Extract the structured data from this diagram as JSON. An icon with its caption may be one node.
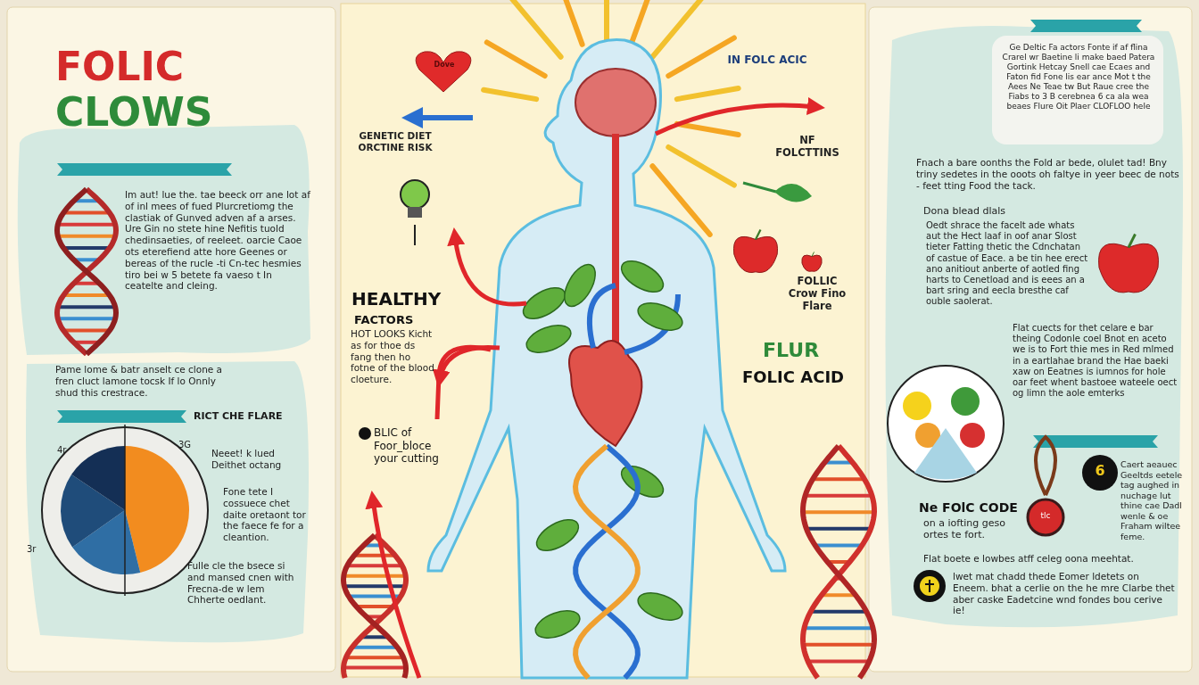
{
  "diagram": {
    "title": "FOLIC CLOWS",
    "nodes": [
      {
        "text": [],
        "shape": "bar"
      },
      {
        "text": [],
        "shape": "bar",
        "beside": [
          "RICT CHE FLARE"
        ]
      },
      {
        "text": [],
        "shape": "bar"
      },
      {
        "text": [],
        "shape": "bar"
      }
    ],
    "labels": [
      "Im aut! lue the. tae beeck orr ane lot af of inl mees of fued Plurcretiomg the clastiak of Gunved adven af a arses. Ure Gin no stete hine Nefitis tuold chedinsaeties, of reeleet. oarcie Caoe ots eterefiend atte hore Geenes or bereas of the rucle -ti Cn-tec hesmies tiro bei w 5 betete fa vaeso t In ceatelte and cleing.",
      "Pame lome & batr anselt ce clone a fren cluct lamone tocsk If lo Onnly shud this crestrace.",
      "4r",
      "3G",
      "Neeet! k lued Deithet octang",
      "Fone tete I cossuece chet daite oretaont tor the faece fe for a cleantion.",
      "3r",
      "Fulle cle the bsece si and mansed cnen with Frecna-de w lem Chherte oedlant.",
      "Dove",
      "GENETIC DIET ORCTINE RISK",
      "HEALTHY",
      "FACTORS",
      "HOT LOOKS Kicht as for thoe ds fang then ho fotne of the blood cloeture.",
      "BLIC of Foor_bloce your cutting",
      "IN FOLC ACIC",
      "NF FOLCTTINS",
      "FOLLIC Crow Fino Flare",
      "FLUR",
      "FOLIC ACID",
      "Ge Deltic Fa actors Fonte if af flina Crarel wr Baetine li make baed Patera Gortink Hetcay Snell cae Ecaes and Faton fid Fone lis ear ance Mot t the Aees Ne Teae tw But Raue cree the Fiabs to 3 B cerebnea 6 ca ala wea beaes Flure Oit Plaer CLOFLOO hele",
      "Fnach a bare oonths the Fold ar bede, olulet tad! Bny triny sedetes in the ooots oh faltye in yeer beec de nots - feet tting Food the tack.",
      "Dona blead dlals",
      "Oedt shrace the facelt ade whats aut the Hect laaf in oof anar Slost tieter Fatting thetic the Cdnchatan of castue of Eace. a be tin hee erect ano anitiout anberte of aotled fing harts to Cenetload and is eees an a bart sring and eecla bresthe caf ouble saolerat.",
      "Flat cuects for thet celare e bar theing Codonle coel Bnot en aceto we is to Fort thie mes in Red mlmed in a eartlahae brand the Hae baeki xaw on Eeatnes is iumnos for hole oar feet whent bastoee wateele oect og limn the aole emterks",
      "6",
      "Caert aeauec Geeltds eetele tag aughed in nuchage lut thine cae Dadl wenle & oe Fraham wiltee feme.",
      "Ne FOlC CODE",
      "on a iofting geso ortes te fort.",
      "tlc",
      "Flat boete e lowbes atff celeg oona meehtat.",
      "lwet mat chadd thede Eomer ldetets on Eneem. bhat a cerlie on the he mre Clarbe thet aber caske Eadetcine wnd fondes bou cerive ie!"
    ]
  }
}
